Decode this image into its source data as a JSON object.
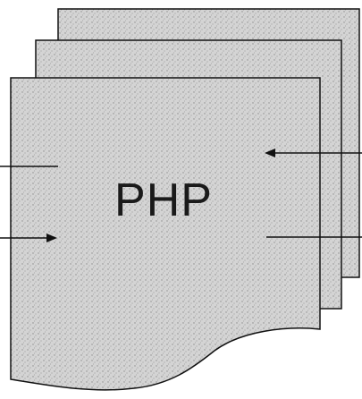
{
  "document": {
    "label": "PHP",
    "stack_count": 3
  },
  "colors": {
    "paper": "#d2d2d2",
    "paper_back": "#c8c8c8",
    "outline": "#111111",
    "arrow": "#111111",
    "text": "#1a1a1a"
  },
  "arrows": [
    {
      "name": "input-line-left",
      "side": "left",
      "direction": "in",
      "arrowhead": false
    },
    {
      "name": "input-arrow-left",
      "side": "left",
      "direction": "in",
      "arrowhead": true
    },
    {
      "name": "arrow-from-right",
      "side": "right",
      "direction": "in",
      "arrowhead": true
    },
    {
      "name": "line-to-right",
      "side": "right",
      "direction": "out",
      "arrowhead": false
    }
  ]
}
